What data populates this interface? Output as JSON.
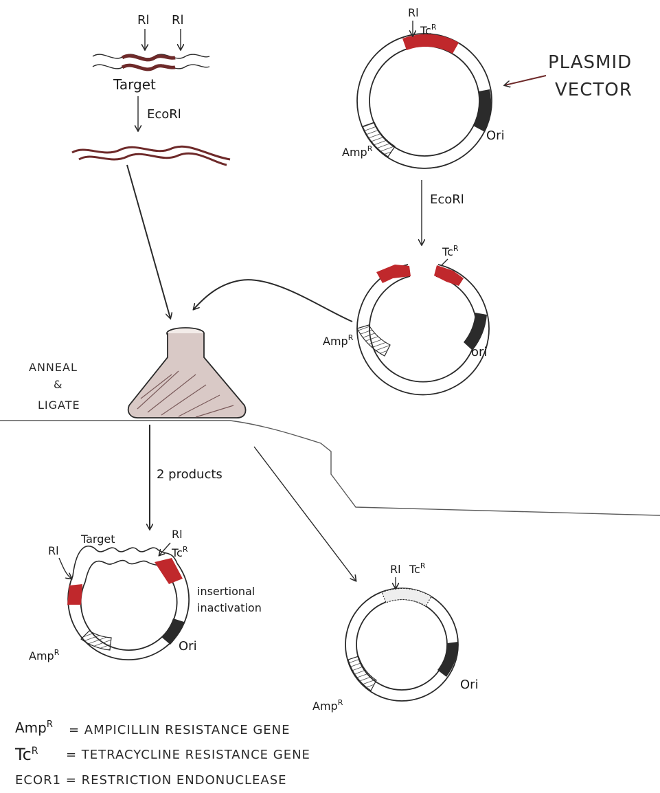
{
  "colors": {
    "ink": "#2a2a2a",
    "tet_gene": "#c0282c",
    "ori": "#2b2b2b",
    "target_dna": "#6e2a2a",
    "paper": "#ffffff"
  },
  "icons": [
    "dna-strand-icon",
    "plasmid-circle-icon",
    "flask-icon",
    "arrow-icon"
  ],
  "top": {
    "rl_left": "Rl",
    "rl_right": "Rl",
    "target_label": "Target",
    "ecori_left": "EcoRl",
    "plasmid_rl": "Rl",
    "plasmid_tc": "Tc",
    "plasmid_tc_sup": "R",
    "plasmid_amp": "Amp",
    "plasmid_amp_sup": "R",
    "plasmid_ori": "Ori",
    "plasmid_vector_line1": "PLASMID",
    "plasmid_vector_line2": "VECTOR",
    "ecori_right": "EcoRl"
  },
  "middle": {
    "cut_tc": "Tc",
    "cut_tc_sup": "R",
    "cut_amp": "Amp",
    "cut_amp_sup": "R",
    "cut_ori": "ori",
    "anneal_line1": "ANNEAL",
    "anneal_line2": "&",
    "anneal_line3": "LIGATE",
    "products": "2 products"
  },
  "bottom": {
    "rec_target": "Target",
    "rec_rl_right": "Rl",
    "rec_tc": "Tc",
    "rec_tc_sup": "R",
    "rec_rl_left": "Rl",
    "rec_insert_1": "insertional",
    "rec_insert_2": "inactivation",
    "rec_amp": "Amp",
    "rec_amp_sup": "R",
    "rec_ori": "Ori",
    "self_rl": "Rl",
    "self_tc": "Tc",
    "self_tc_sup": "R",
    "self_amp": "Amp",
    "self_amp_sup": "R",
    "self_ori": "Ori"
  },
  "legend": {
    "amp_key": "Amp",
    "amp_key_sup": "R",
    "amp_def": "= AMPICILLIN RESISTANCE GENE",
    "tc_key": "Tc",
    "tc_key_sup": "R",
    "tc_def": "= TETRACYCLINE RESISTANCE GENE",
    "eco_def": "ECOR1 = RESTRICTION ENDONUCLEASE"
  }
}
